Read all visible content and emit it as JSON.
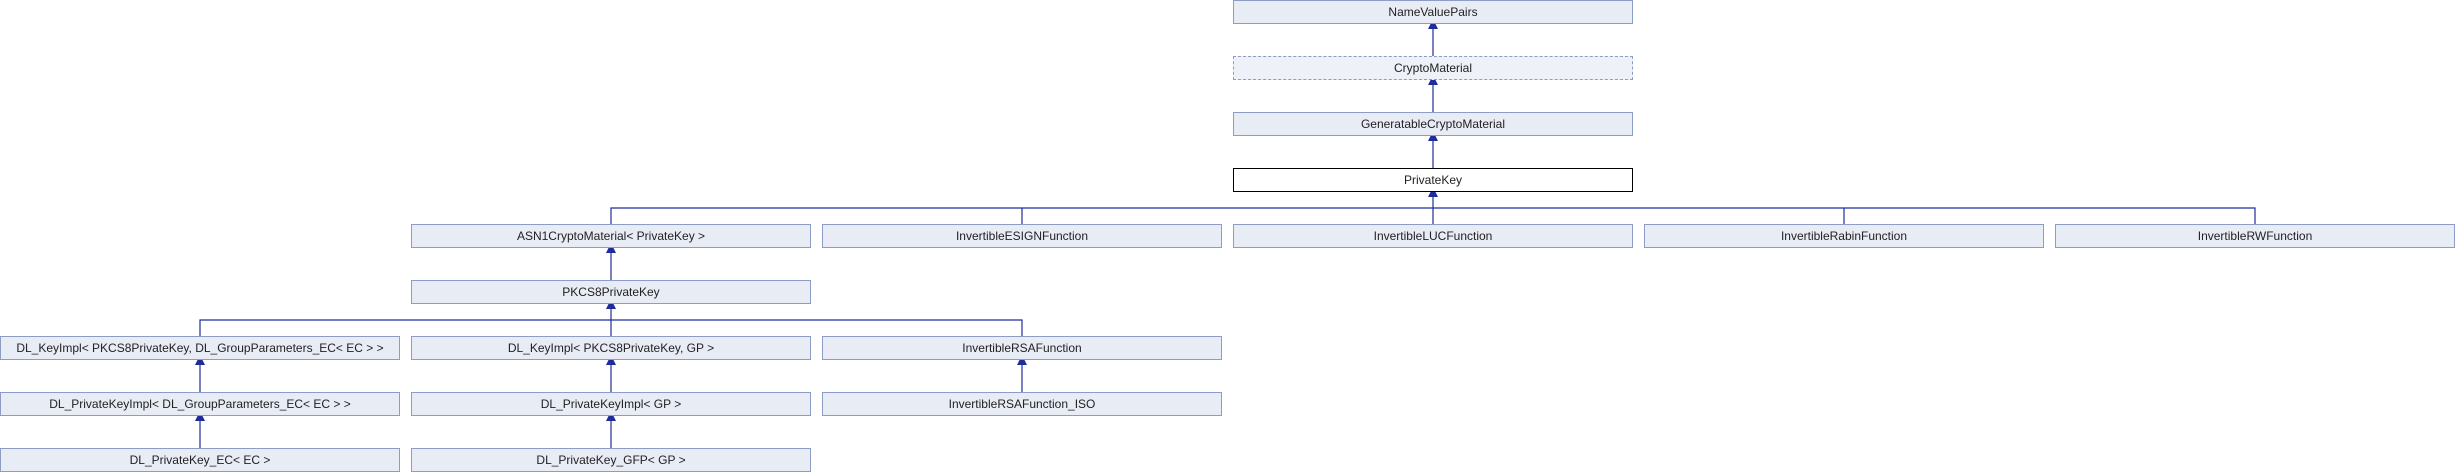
{
  "diagram": {
    "colors": {
      "edge": "#1f2d9a",
      "node_fill": "#e8ecf5",
      "node_border": "#8c9cc4",
      "current_border": "#000000"
    },
    "nodes": {
      "name_value_pairs": "NameValuePairs",
      "crypto_material": "CryptoMaterial",
      "generatable_crypto_material": "GeneratableCryptoMaterial",
      "private_key": "PrivateKey",
      "asn1_crypto_material": "ASN1CryptoMaterial< PrivateKey >",
      "invertible_esign_function": "InvertibleESIGNFunction",
      "invertible_luc_function": "InvertibleLUCFunction",
      "invertible_rabin_function": "InvertibleRabinFunction",
      "invertible_rw_function": "InvertibleRWFunction",
      "pkcs8_private_key": "PKCS8PrivateKey",
      "dl_keyimpl_ec": "DL_KeyImpl< PKCS8PrivateKey, DL_GroupParameters_EC< EC > >",
      "dl_keyimpl_gp": "DL_KeyImpl< PKCS8PrivateKey, GP >",
      "invertible_rsa_function": "InvertibleRSAFunction",
      "dl_privatekeyimpl_ec": "DL_PrivateKeyImpl< DL_GroupParameters_EC< EC > >",
      "dl_privatekeyimpl_gp": "DL_PrivateKeyImpl< GP >",
      "invertible_rsa_function_iso": "InvertibleRSAFunction_ISO",
      "dl_privatekey_ec": "DL_PrivateKey_EC< EC >",
      "dl_privatekey_gfp": "DL_PrivateKey_GFP< GP >"
    }
  }
}
